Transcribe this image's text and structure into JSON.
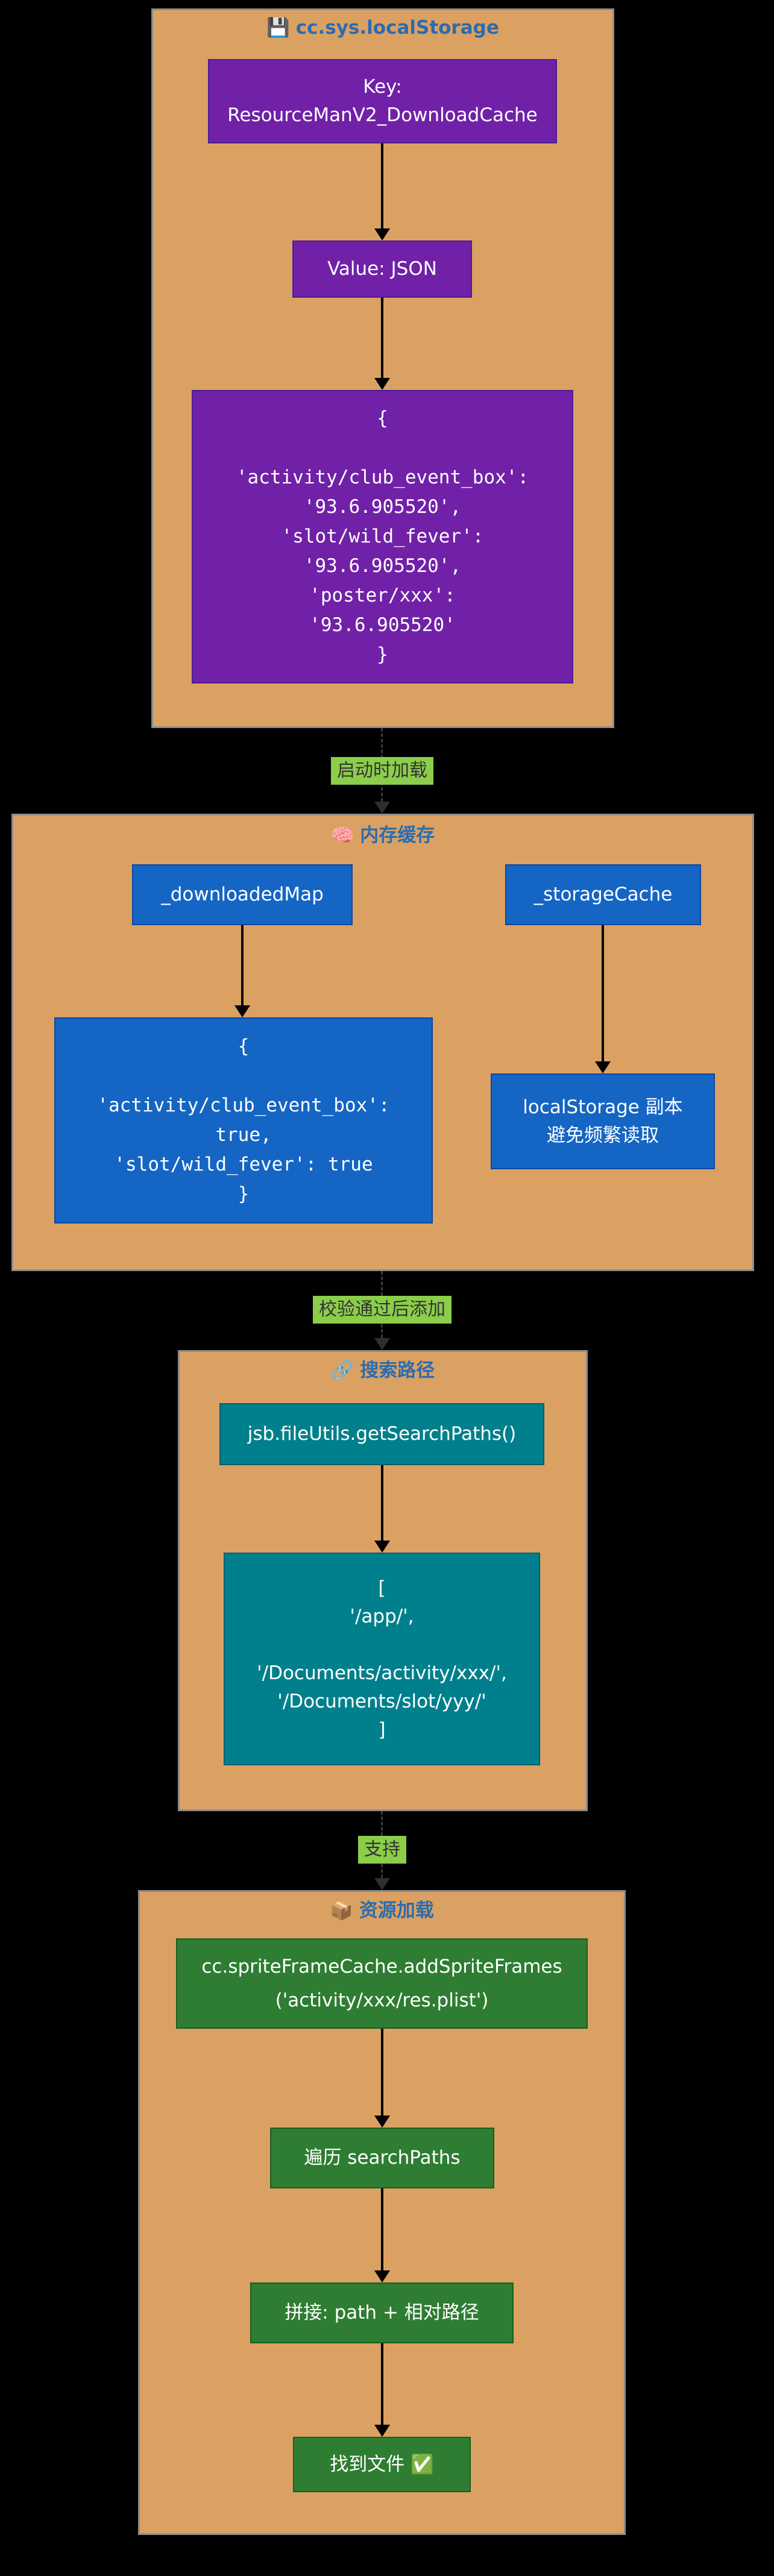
{
  "colors": {
    "background": "#000000",
    "group_fill": "#dba163",
    "group_border": "#8c8c8c",
    "group_title_text": "#2b6cb0",
    "purple_node_fill": "#7121a8",
    "blue_node_fill": "#1565c4",
    "teal_node_fill": "#00808c",
    "green_node_fill": "#2e7d32",
    "node_text": "#ffffff",
    "edge_label_bg": "#8bce4a",
    "edge_label_text": "#333333"
  },
  "groups": [
    {
      "icon": "💾",
      "title": "cc.sys.localStorage",
      "nodes": {
        "key": "Key:\nResourceManV2_DownloadCache",
        "value": "Value: JSON",
        "json": "{\n\n'activity/club_event_box':\n'93.6.905520',\n'slot/wild_fever':\n'93.6.905520',\n'poster/xxx':\n'93.6.905520'\n}"
      }
    },
    {
      "icon": "🧠",
      "title": "内存缓存",
      "nodes": {
        "downloaded_map": "_downloadedMap",
        "storage_cache": "_storageCache",
        "map_json": "{\n\n'activity/club_event_box':\ntrue,\n'slot/wild_fever': true\n}",
        "storage_copy": "localStorage 副本\n避免频繁读取"
      }
    },
    {
      "icon": "🔗",
      "title": "搜索路径",
      "nodes": {
        "get_search_paths": "jsb.fileUtils.getSearchPaths()",
        "paths_array": "[\n'/app/',\n\n'/Documents/activity/xxx/',\n'/Documents/slot/yyy/'\n]"
      }
    },
    {
      "icon": "📦",
      "title": "资源加载",
      "nodes": {
        "add_sprite_frames": "cc.spriteFrameCache.addSpriteFrames\n('activity/xxx/res.plist')",
        "iterate": "遍历 searchPaths",
        "concat": "拼接: path + 相对路径",
        "found": "找到文件 ✅"
      }
    }
  ],
  "edge_labels": [
    "启动时加载",
    "校验通过后添加",
    "支持"
  ]
}
